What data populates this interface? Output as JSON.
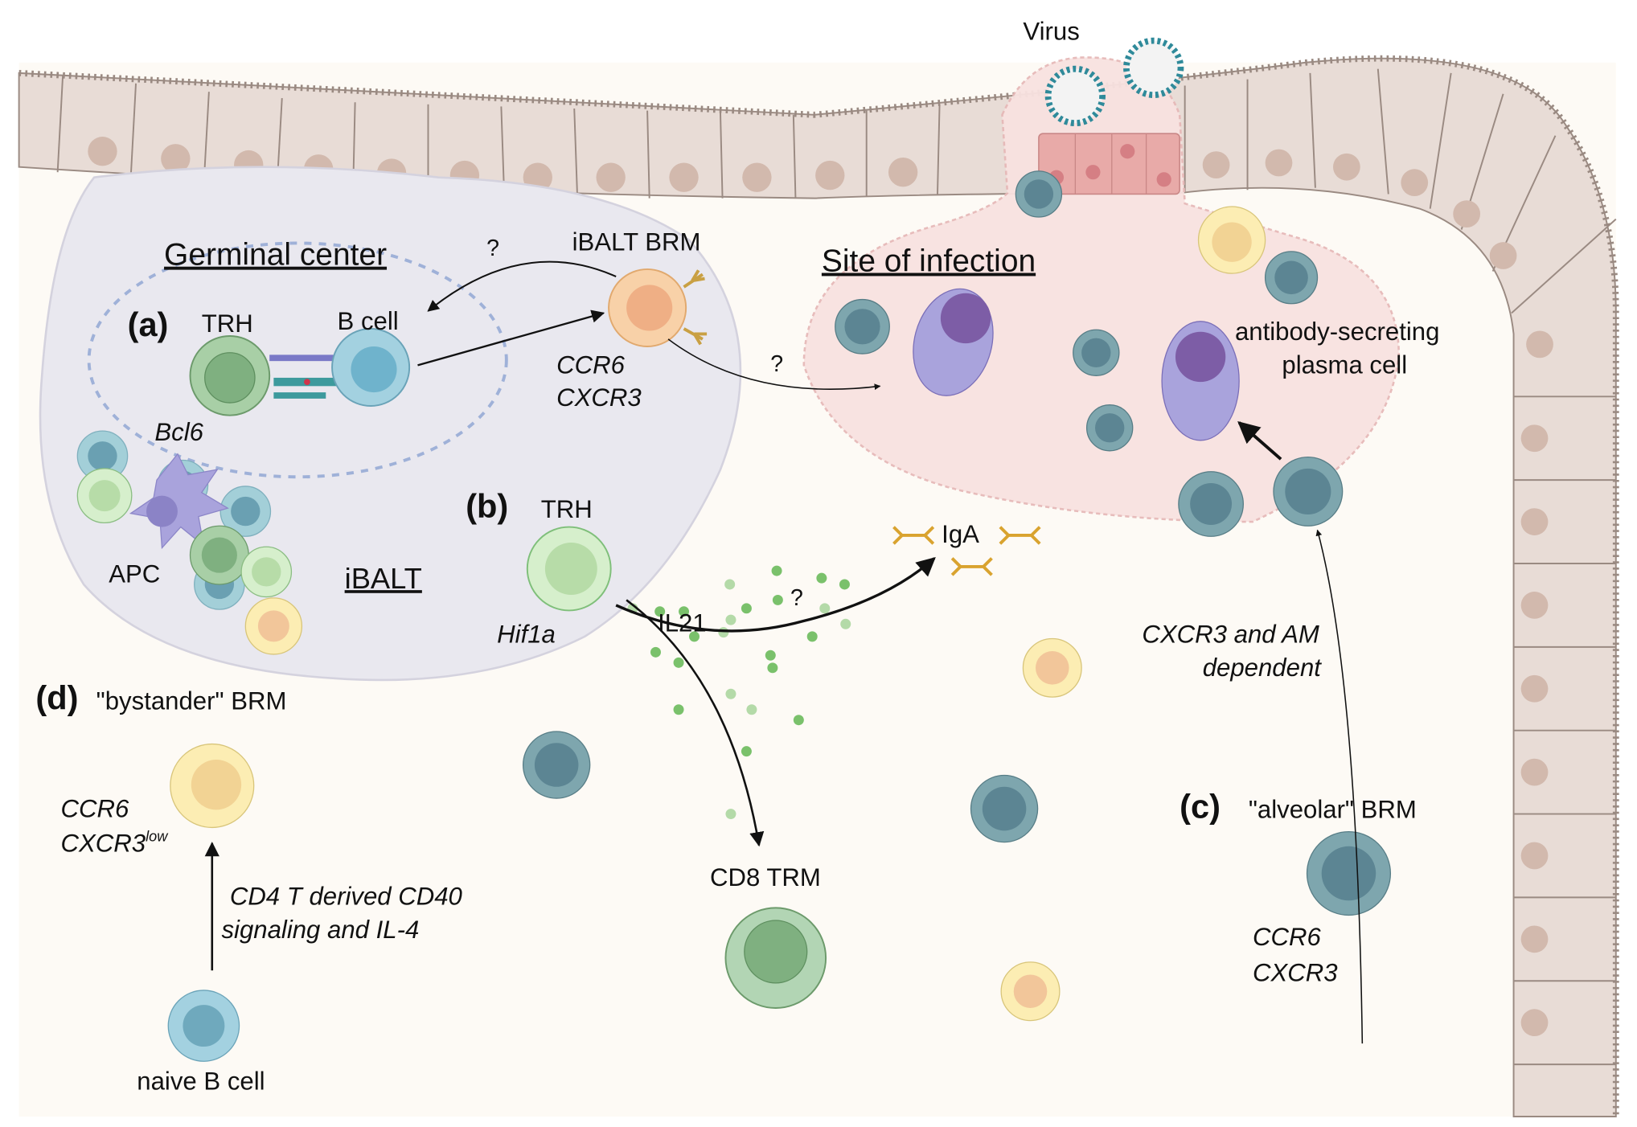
{
  "labels": {
    "virus": "Virus",
    "germinal_center": "Germinal center",
    "site_of_infection": "Site of infection",
    "ibalt": "iBALT",
    "ibalt_brm": "iBALT BRM",
    "question_1": "?",
    "question_2": "?",
    "question_3": "?",
    "panel_a": "(a)",
    "panel_b": "(b)",
    "panel_c": "(c)",
    "panel_d": "(d)",
    "trh_a": "TRH",
    "b_cell": "B cell",
    "bcl6": "Bcl6",
    "ccr6_a": "CCR6",
    "cxcr3_a": "CXCR3",
    "apc": "APC",
    "trh_b": "TRH",
    "hif1a": "Hif1a",
    "il21": "IL21",
    "iga": "IgA",
    "asc_line1": "antibody-secreting",
    "asc_line2": "plasma cell",
    "cxcr3_am_line1": "CXCR3 and AM",
    "cxcr3_am_line2": "dependent",
    "cd8_trm": "CD8 TRM",
    "alveolar_brm": "\"alveolar\" BRM",
    "ccr6_c": "CCR6",
    "cxcr3_c": "CXCR3",
    "bystander_brm": "\"bystander\" BRM",
    "ccr6_d": "CCR6",
    "cxcr3_d": "CXCR3",
    "cxcr3_d_sup": "low",
    "cd4_line1": "CD4 T derived CD40",
    "cd4_line2": "signaling and IL-4",
    "naive_b_cell": "naive B cell"
  },
  "colors": {
    "background": "#fdfaf5",
    "epithelium": "#e8dcd6",
    "epithelium_stroke": "#9a8a82",
    "nucleus": "#d2b9ad",
    "ibalt_region": "#e9e8ef",
    "infection_region": "#f8e2e0",
    "infected_cells": "#e8aaa8",
    "brm_teal": "#7ea6ae",
    "brm_teal_nucleus": "#5c8593",
    "plasma_cell": "#a9a3dc",
    "trh_green": "#a8cfa6",
    "il21_dot": "#6cba5c",
    "iga": "#d9a32f",
    "bcell_blue": "#a3d1e0"
  }
}
